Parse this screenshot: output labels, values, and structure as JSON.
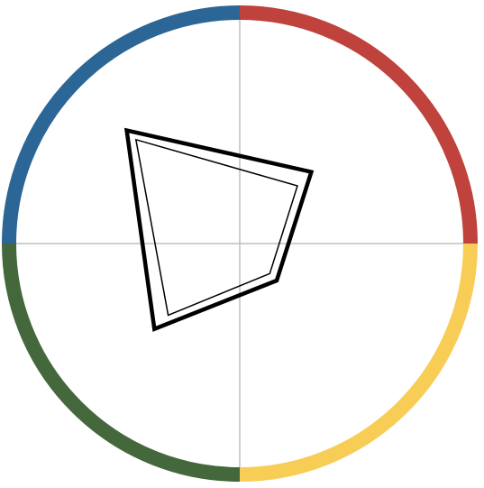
{
  "diagram": {
    "type": "quadrant-radar",
    "quadrants": [
      {
        "name": "top-right",
        "color": "#BF423C"
      },
      {
        "name": "bottom-right",
        "color": "#F8CD56"
      },
      {
        "name": "bottom-left",
        "color": "#44673C"
      },
      {
        "name": "top-left",
        "color": "#2C6696"
      }
    ],
    "axis_color": "#BFBFBF",
    "shape_color": "#000000",
    "outer_shape": {
      "points": [
        [
          -0.49,
          0.49
        ],
        [
          0.31,
          0.31
        ],
        [
          0.16,
          -0.16
        ],
        [
          -0.37,
          -0.37
        ]
      ]
    },
    "inner_shape": {
      "points": [
        [
          -0.45,
          0.45
        ],
        [
          0.25,
          0.25
        ],
        [
          0.13,
          -0.13
        ],
        [
          -0.31,
          -0.31
        ]
      ]
    }
  }
}
